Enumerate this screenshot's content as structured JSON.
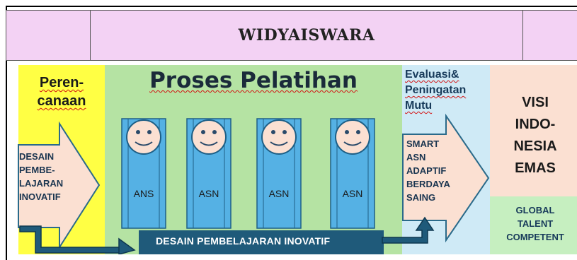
{
  "header": {
    "title": "WIDYAISWARA"
  },
  "perencanaan": {
    "title_line1": "Peren-",
    "title_line2": "canaan",
    "arrow_lines": [
      "DESAIN",
      "PEMBE-",
      "LAJARAN",
      "INOVATIF"
    ]
  },
  "proses": {
    "title": "Proses Pelatihan",
    "people": [
      {
        "label": "ANS"
      },
      {
        "label": "ASN"
      },
      {
        "label": "ASN"
      },
      {
        "label": "ASN"
      }
    ],
    "bottom_label": "DESAIN PEMBELAJARAN  INOVATIF"
  },
  "evaluasi": {
    "title_line1": "Evaluasi&",
    "title_line2": "Peningatan",
    "title_line3": "Mutu",
    "arrow_lines": [
      "SMART",
      "ASN",
      "ADAPTIF",
      "BERDAYA",
      "SAING"
    ]
  },
  "visi": {
    "lines": [
      "VISI",
      "INDO-",
      "NESIA",
      "EMAS"
    ]
  },
  "global": {
    "lines": [
      "GLOBAL",
      "TALENT",
      "COMPETENT"
    ]
  },
  "colors": {
    "header_bg": "#f3d2f4",
    "plan_bg": "#ffff44",
    "proses_bg": "#b5e3a3",
    "eval_bg": "#cfeaf6",
    "visi_bg": "#fbe0d2",
    "global_bg": "#c6efc0",
    "person_blue": "#55b1e4",
    "flow_arrow": "#1f5a7a",
    "arrow_fill": "#fbe0d2"
  }
}
